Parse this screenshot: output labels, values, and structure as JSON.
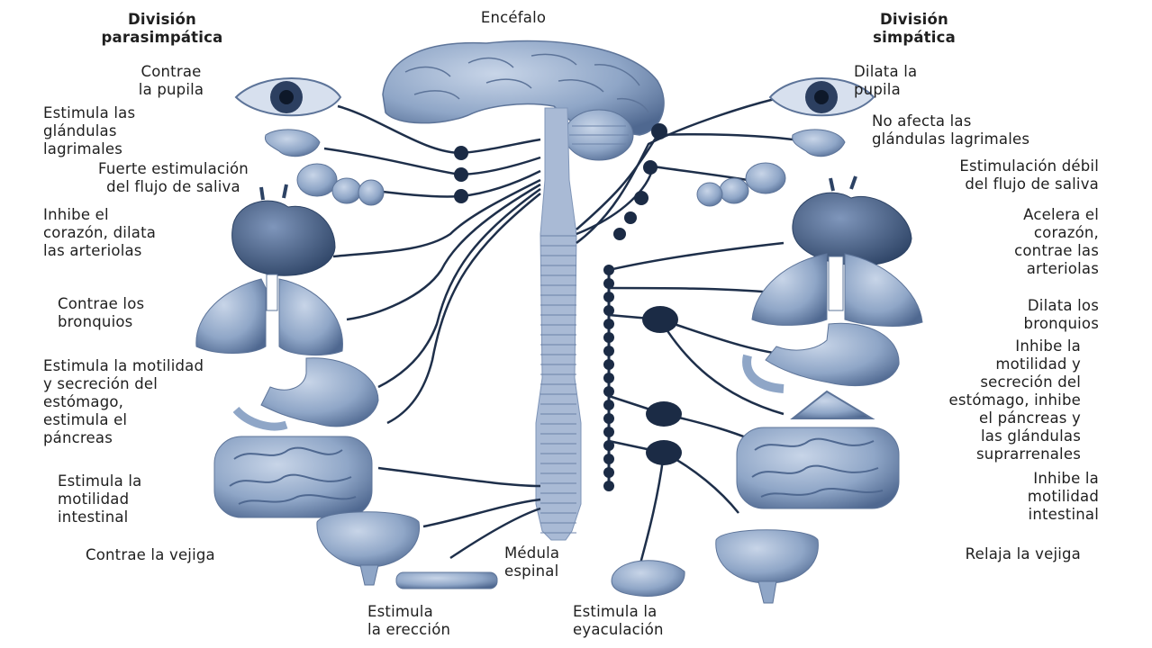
{
  "headers": {
    "parasympathetic": "División\nparasimpática",
    "brain": "Encéfalo",
    "sympathetic": "División\nsimpática"
  },
  "parasympathetic": {
    "pupil": "Contrae\nla pupila",
    "lacrimal": "Estimula las\nglándulas\nlagrimales",
    "saliva": "Fuerte estimulación\ndel flujo de saliva",
    "heart": "Inhibe el\ncorazón, dilata\nlas arteriolas",
    "bronchi": "Contrae los\nbronquios",
    "stomach": "Estimula la motilidad\ny secreción del\nestómago,\nestimula el\npáncreas",
    "intestine": "Estimula la\nmotilidad\nintestinal",
    "bladder": "Contrae la vejiga",
    "erection": "Estimula\nla erección"
  },
  "center": {
    "spinal_cord": "Médula\nespinal",
    "ejaculation": "Estimula la\neyaculación"
  },
  "sympathetic": {
    "pupil": "Dilata la\npupila",
    "lacrimal": "No afecta las\nglándulas lagrimales",
    "saliva": "Estimulación débil\ndel flujo de saliva",
    "heart": "Acelera el\ncorazón,\ncontrae las\narteriolas",
    "bronchi": "Dilata los\nbronquios",
    "stomach": "Inhibe la\nmotilidad y\nsecreción del\nestómago, inhibe\nel páncreas y\nlas glándulas\nsuprarrenales",
    "intestine": "Inhibe la\nmotilidad\nintestinal",
    "bladder": "Relaja la vejiga"
  },
  "colors": {
    "organ_fill": "#8fa6c7",
    "organ_dark": "#3d5577",
    "nerve": "#1e2f4a",
    "ganglion": "#1b2b45",
    "cord": "#a9bad5"
  }
}
